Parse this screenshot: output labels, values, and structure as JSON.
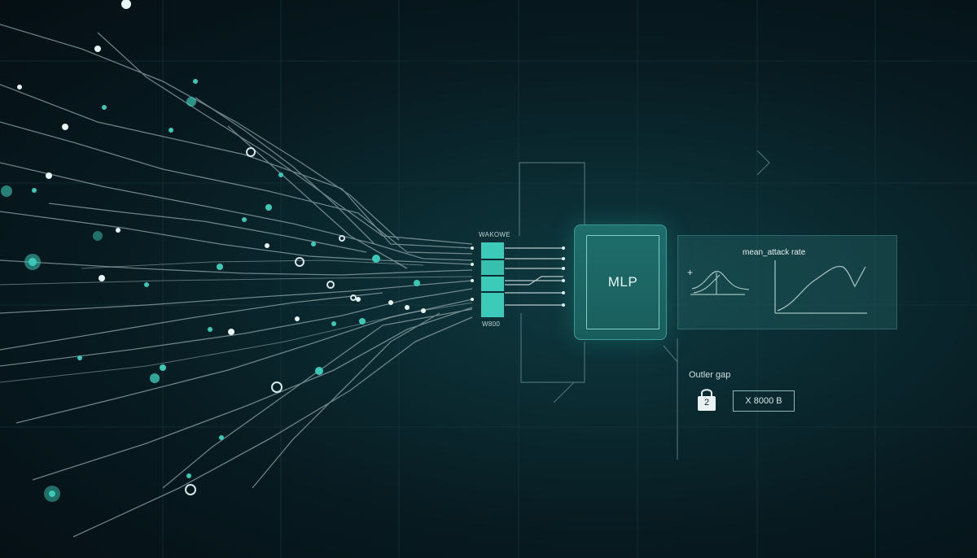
{
  "diagram": {
    "stack_label_top": "WAKOWE",
    "stack_label_bottom": "W800",
    "model_label": "MLP",
    "plot_title": "mean_attack rate",
    "plus_marker": "+",
    "gap_label": "Outler gap",
    "lock_value": "2",
    "value_box_text": "X 8000 B"
  },
  "colors": {
    "background": "#071a20",
    "accent": "#3ccbb8",
    "mlp_fill": "#1f6e6c",
    "line": "#9fb8bb"
  },
  "icons": [
    "lock-icon"
  ]
}
